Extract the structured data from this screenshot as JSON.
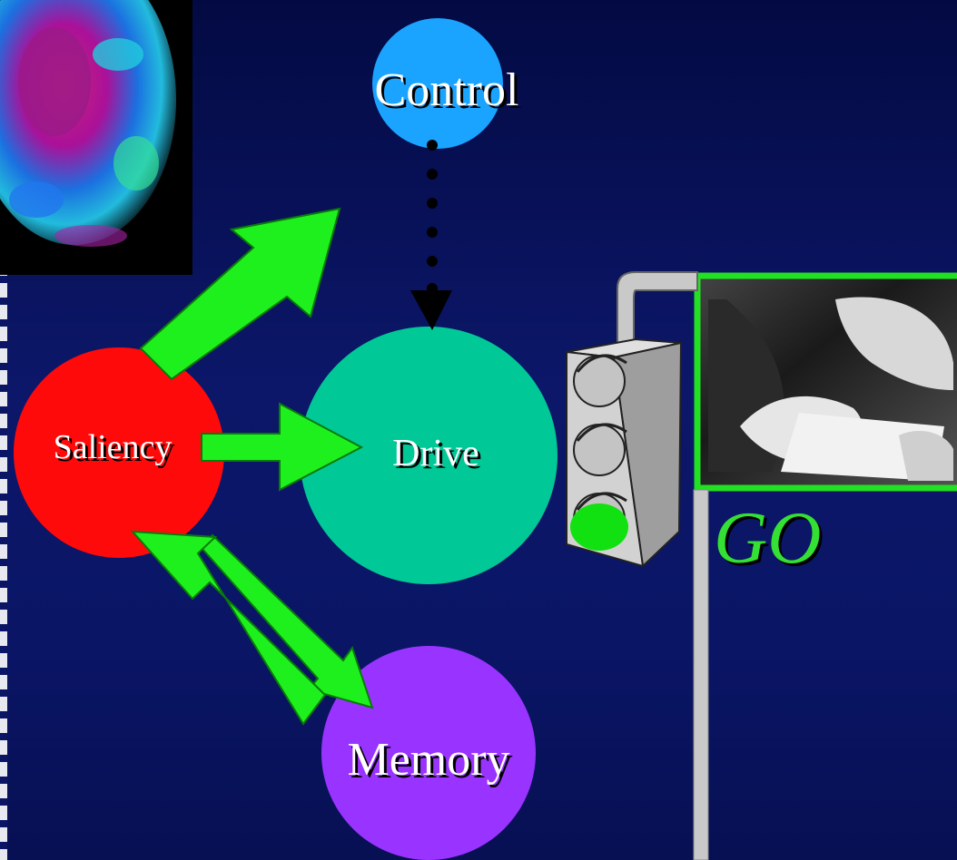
{
  "nodes": {
    "control": {
      "label": "Control",
      "color": "#1aa3ff"
    },
    "saliency": {
      "label": "Saliency",
      "color": "#ff0a0a"
    },
    "drive": {
      "label": "Drive",
      "color": "#00c896"
    },
    "memory": {
      "label": "Memory",
      "color": "#9933ff"
    }
  },
  "go_label": "GO",
  "colors": {
    "arrow": "#1ef01e",
    "go_text": "#33e033",
    "photo_frame": "#22e022",
    "traffic_light_green": "#11e011",
    "background_top": "#030a43",
    "background_bottom": "#0a1566"
  },
  "icons": {
    "brain_scan": "brain-scan-image",
    "traffic_light": "traffic-light-icon",
    "photo": "person-photo-image"
  }
}
